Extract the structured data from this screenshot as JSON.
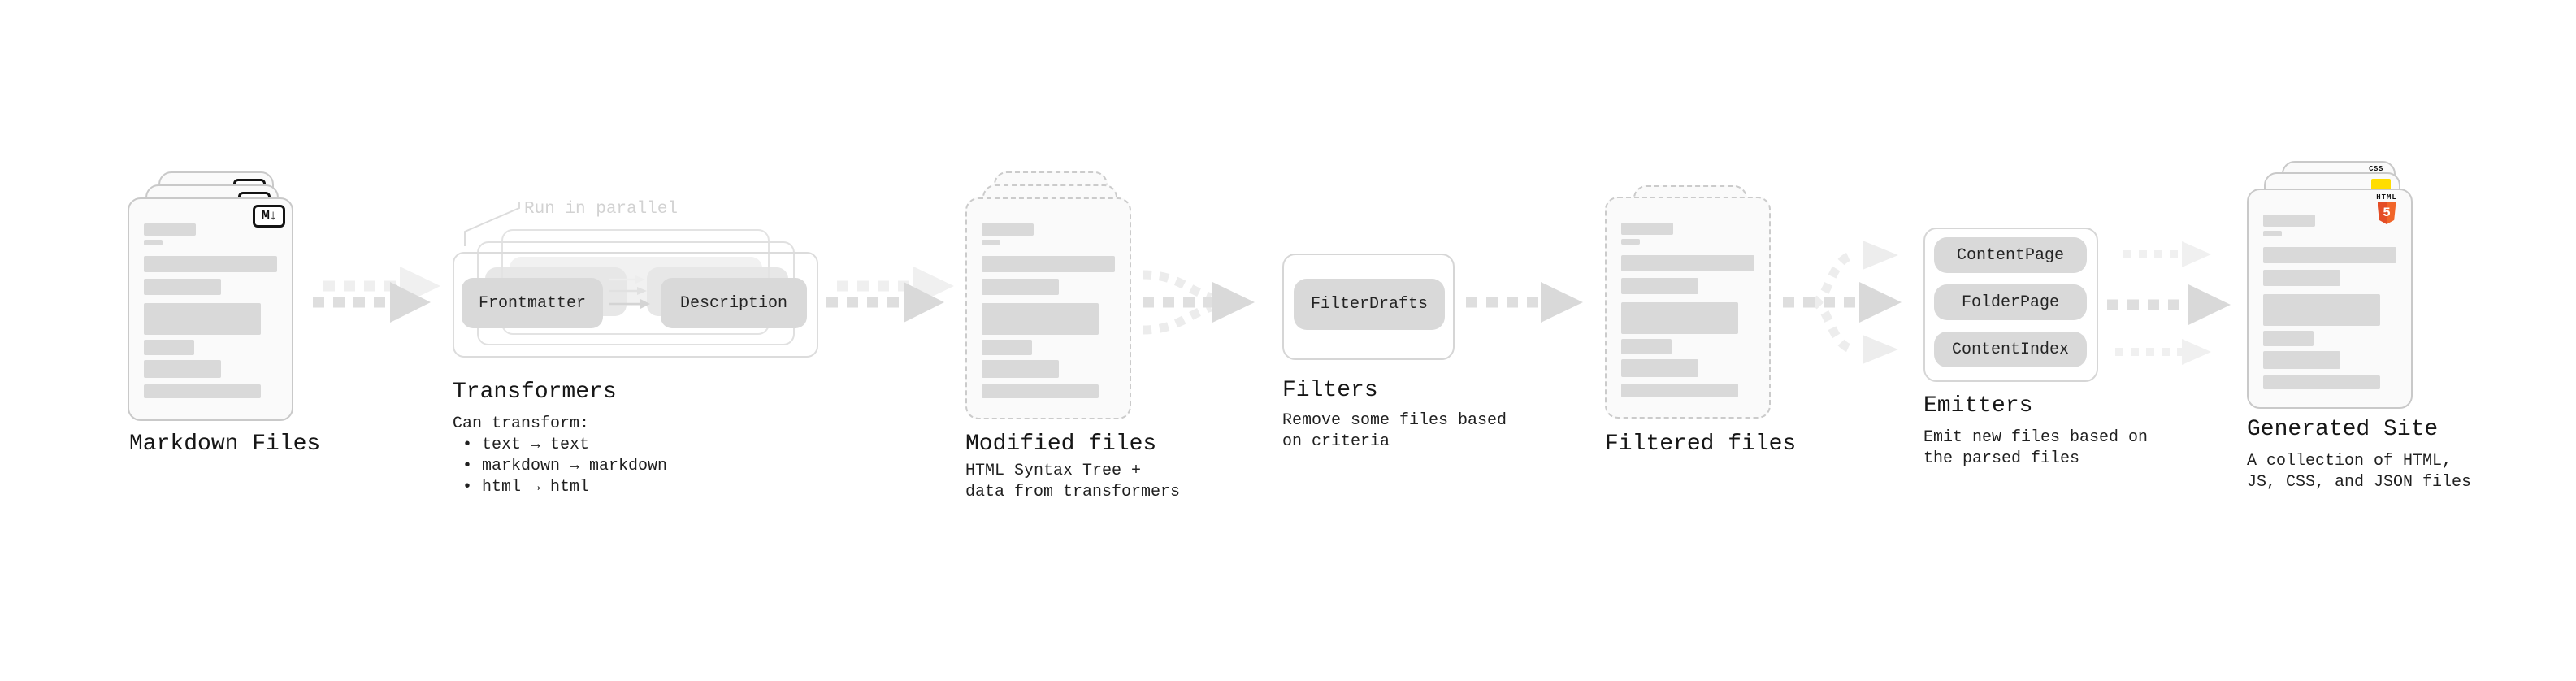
{
  "stages": {
    "markdown": {
      "label": "Markdown Files",
      "badge": "M↓"
    },
    "transformers": {
      "label": "Transformers",
      "note": "Run in parallel",
      "node_left": "Frontmatter",
      "node_right": "Description",
      "desc_heading": "Can transform:",
      "bullets": [
        "• text → text",
        "• markdown → markdown",
        "• html → html"
      ]
    },
    "modified": {
      "label": "Modified files",
      "desc": "HTML Syntax Tree +\ndata from transformers"
    },
    "filters": {
      "label": "Filters",
      "node": "FilterDrafts",
      "desc": "Remove some files based\non criteria"
    },
    "filtered": {
      "label": "Filtered files"
    },
    "emitters": {
      "label": "Emitters",
      "nodes": [
        "ContentPage",
        "FolderPage",
        "ContentIndex"
      ],
      "desc": "Emit new files based on\nthe parsed files"
    },
    "site": {
      "label": "Generated Site",
      "desc": "A collection of HTML,\nJS, CSS, and JSON files",
      "html_badge_word": "HTML",
      "html_badge_num": "5",
      "css_badge_word": "CSS"
    }
  },
  "colors": {
    "card_fill": "#fafafa",
    "card_border": "#c9c9c9",
    "node_fill": "#d9d9d9",
    "arrow_gray": "#dcdcdc",
    "html5_orange": "#e44d26",
    "js_yellow": "#ffdd00",
    "css_blue": "#2b65e8"
  }
}
